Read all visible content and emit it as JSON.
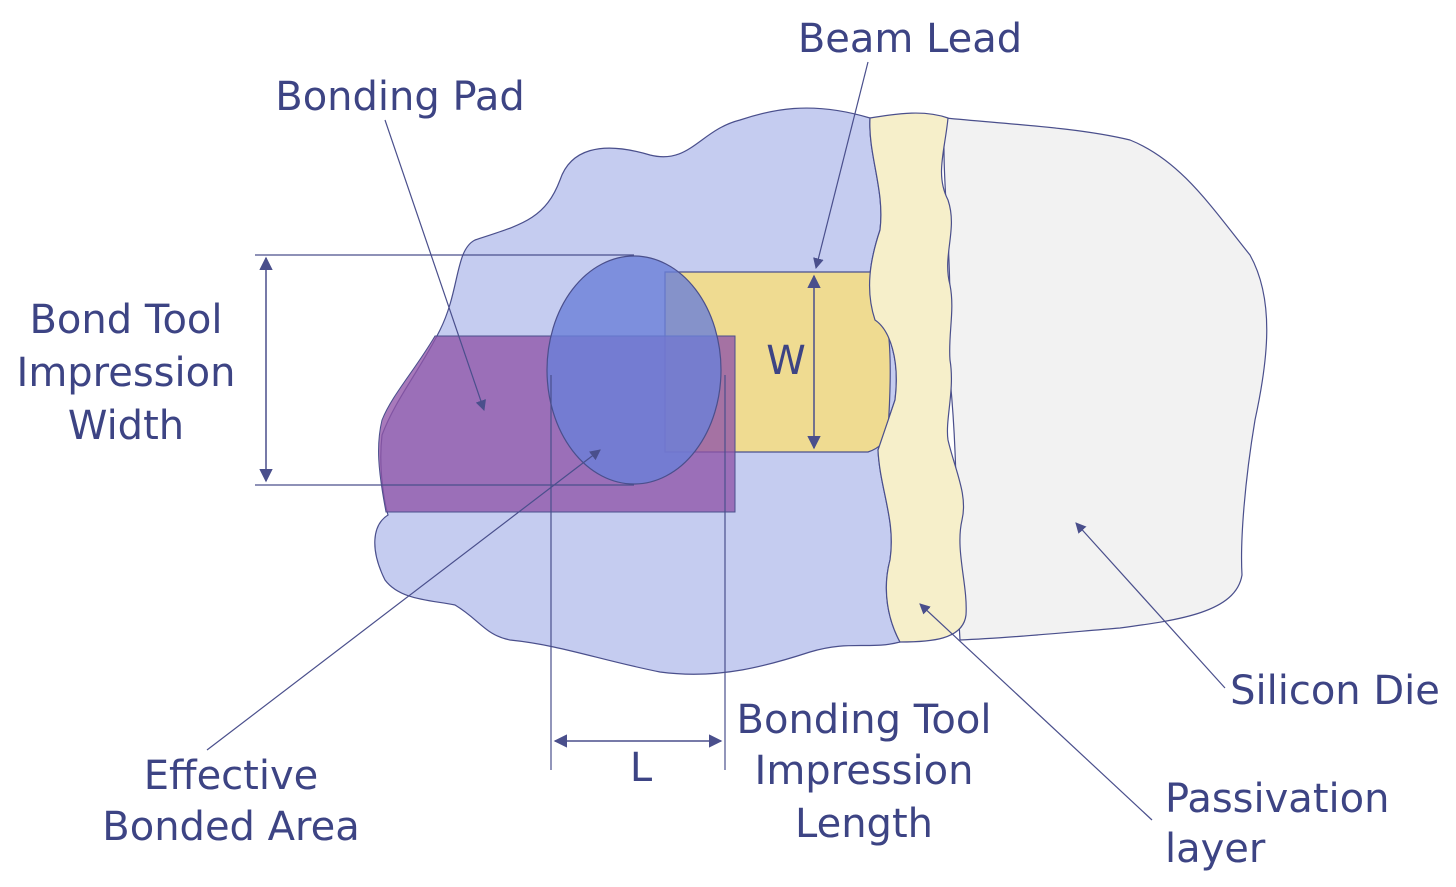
{
  "labels": {
    "beam_lead": "Beam Lead",
    "bonding_pad": "Bonding Pad",
    "bond_tool_width": [
      "Bond Tool",
      "Impression",
      "Width"
    ],
    "w": "W",
    "l": "L",
    "effective_area": [
      "Effective",
      "Bonded Area"
    ],
    "bonding_tool_length": [
      "Bonding Tool",
      "Impression",
      "Length"
    ],
    "silicon_die": "Silicon Die",
    "passivation": [
      "Passivation",
      "layer"
    ]
  },
  "colors": {
    "bonding_pad_fill": "#c5ccf0",
    "beam_lead_fill": "#efdb91",
    "passivation_fill": "#f6efca",
    "silicon_die_fill": "#f2f2f2",
    "impression_fill": "#8f55a8",
    "bonded_ellipse_fill": "#6a7fd8",
    "outline": "#4a4f8c",
    "text": "#3d4484"
  }
}
